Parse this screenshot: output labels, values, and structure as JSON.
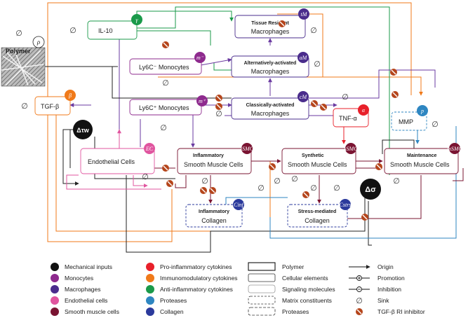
{
  "nodes": {
    "polymer": {
      "label": "Polymer",
      "badge": "ρ"
    },
    "il10": {
      "label": "IL-10",
      "badge": "γ"
    },
    "tissue_resident": {
      "line1": "Tissue Resident",
      "line2": "Macrophages",
      "badge": "tM"
    },
    "alt_activated": {
      "line1": "Alternatively-activated",
      "line2": "Macrophages",
      "badge": "aM"
    },
    "ly6c_minus": {
      "label": "Ly6C⁻ Monocytes",
      "badge": "m⁻"
    },
    "ly6c_plus": {
      "label": "Ly6C⁺ Monocytes",
      "badge": "m⁺"
    },
    "classically_activated": {
      "line1": "Classically-activated",
      "line2": "Macrophages",
      "badge": "cM"
    },
    "tgfb": {
      "label": "TGF-β",
      "badge": "β"
    },
    "tnfa": {
      "label": "TNF-α",
      "badge": "α"
    },
    "mmp": {
      "label": "MMP",
      "badge": "p"
    },
    "delta_tau": {
      "label": "Δτw"
    },
    "endothelial": {
      "label": "Endothelial Cells",
      "badge": "EC"
    },
    "inflammatory_smc": {
      "line1": "Inflammatory",
      "line2": "Smooth Muscle Cells",
      "badge": "iSMC"
    },
    "synthetic_smc": {
      "line1": "Synthetic",
      "line2": "Smooth Muscle Cells",
      "badge": "sSMC"
    },
    "maintenance_smc": {
      "line1": "Maintenance",
      "line2": "Smooth Muscle Cells",
      "badge": "mSMC"
    },
    "delta_sigma": {
      "label": "Δσ"
    },
    "inflammatory_collagen": {
      "line1": "Inflammatory",
      "line2": "Collagen",
      "badge": "Cinf"
    },
    "stress_collagen": {
      "line1": "Stress-mediated",
      "line2": "Collagen",
      "badge": "Cstrs"
    },
    "sink_symbol": "∅"
  },
  "legend": {
    "col1": [
      "Mechanical inputs",
      "Monocytes",
      "Macrophages",
      "Endothelial cells",
      "Smooth muscle cells"
    ],
    "col2": [
      "Pro-inflammatory cytokines",
      "Immunomodulatory cytokines",
      "Anti-inflammatory cytokines",
      "Proteases",
      "Collagen"
    ],
    "col3": [
      "Polymer",
      "Cellular elements",
      "Signaling molecules",
      "Matrix constituents",
      "Proteases"
    ],
    "col4": [
      "Origin",
      "Promotion",
      "Inhibition",
      "Sink",
      "TGF-β RI inhibitor"
    ]
  },
  "colors": {
    "mechanical": "#111111",
    "monocytes": "#8e2a8e",
    "macrophages": "#4a2c8c",
    "endothelial": "#e0559f",
    "smc": "#7a1432",
    "proinflammatory": "#e8202a",
    "immunomodulatory": "#f07a1a",
    "antiinflammatory": "#1a9a4a",
    "proteases": "#2e86c1",
    "collagen": "#2b3a9c",
    "inhibitor": "#b5451b"
  }
}
